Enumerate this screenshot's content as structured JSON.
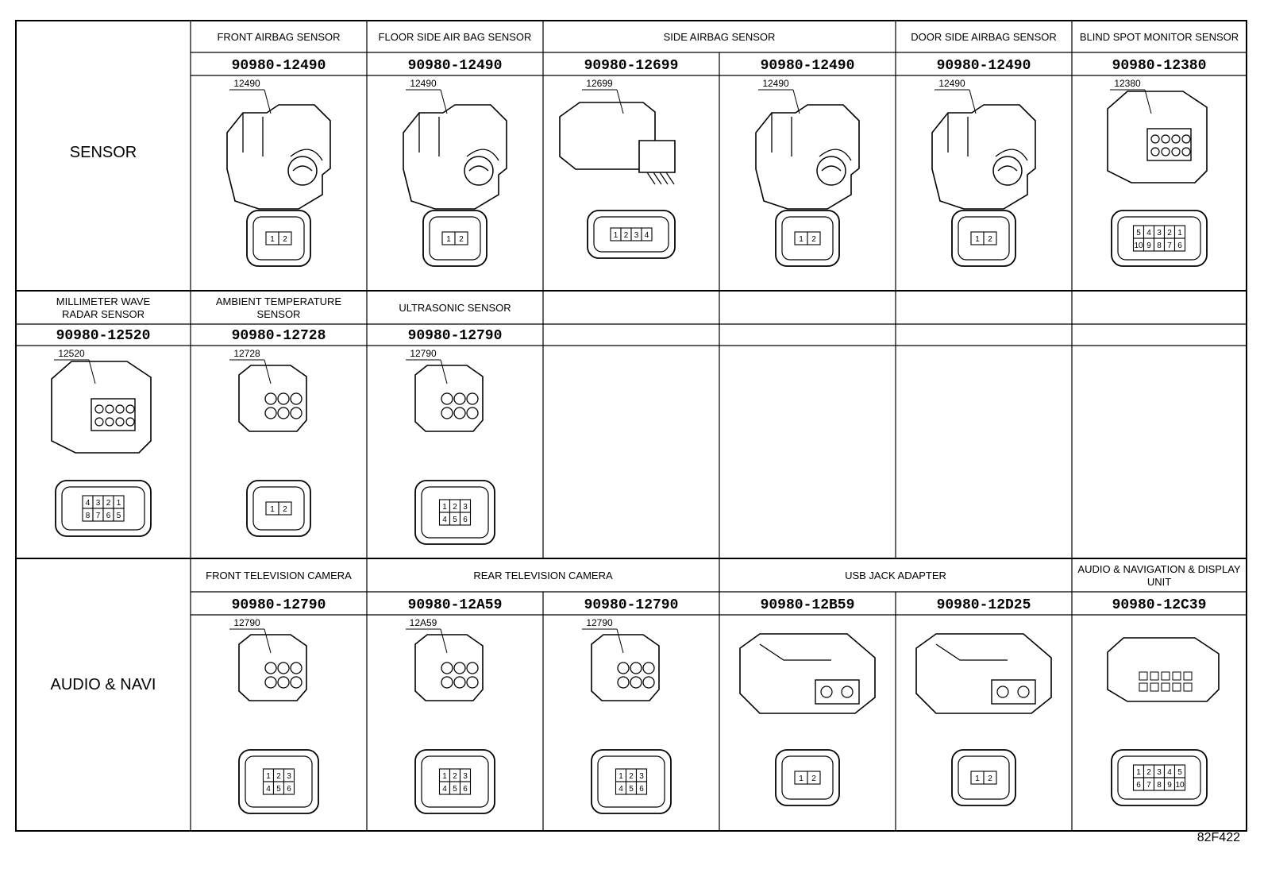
{
  "rows": [
    {
      "category": "SENSOR",
      "cells": [
        {
          "title": "FRONT AIRBAG SENSOR",
          "part": "90980-12490",
          "callout": "12490",
          "icon": "airbag-connector",
          "pins": [
            "1",
            "2"
          ]
        },
        {
          "title": "FLOOR SIDE AIR BAG SENSOR",
          "part": "90980-12490",
          "callout": "12490",
          "icon": "airbag-connector",
          "pins": [
            "1",
            "2"
          ]
        },
        {
          "title": "SIDE AIRBAG SENSOR",
          "part": "90980-12699",
          "callout": "12699",
          "icon": "flat-connector",
          "pins": [
            "1",
            "2",
            "3",
            "4"
          ]
        },
        {
          "title": "",
          "part": "90980-12490",
          "callout": "12490",
          "icon": "airbag-connector",
          "pins": [
            "1",
            "2"
          ]
        },
        {
          "title": "DOOR SIDE AIRBAG SENSOR",
          "part": "90980-12490",
          "callout": "12490",
          "icon": "airbag-connector",
          "pins": [
            "1",
            "2"
          ]
        },
        {
          "title": "BLIND SPOT MONITOR SENSOR",
          "part": "90980-12380",
          "callout": "12380",
          "icon": "multi-pin-connector",
          "pins": [
            "5",
            "4",
            "3",
            "2",
            "1",
            "10",
            "9",
            "8",
            "7",
            "6"
          ]
        }
      ]
    },
    {
      "category": "",
      "cells": [
        {
          "title": "MILLIMETER WAVE\nRADAR SENSOR",
          "part": "90980-12520",
          "callout": "12520",
          "icon": "multi-pin-connector",
          "pins": [
            "4",
            "3",
            "2",
            "1",
            "8",
            "7",
            "6",
            "5"
          ]
        },
        {
          "title": "AMBIENT TEMPERATURE\nSENSOR",
          "part": "90980-12728",
          "callout": "12728",
          "icon": "two-pin-connector",
          "pins": [
            "1",
            "2"
          ]
        },
        {
          "title": "ULTRASONIC SENSOR",
          "part": "90980-12790",
          "callout": "12790",
          "icon": "six-pin-connector",
          "pins": [
            "1",
            "2",
            "3",
            "4",
            "5",
            "6"
          ]
        },
        {
          "title": "",
          "part": "",
          "callout": "",
          "icon": "",
          "pins": []
        },
        {
          "title": "",
          "part": "",
          "callout": "",
          "icon": "",
          "pins": []
        },
        {
          "title": "",
          "part": "",
          "callout": "",
          "icon": "",
          "pins": []
        },
        {
          "title": "",
          "part": "",
          "callout": "",
          "icon": "",
          "pins": []
        }
      ]
    },
    {
      "category": "AUDIO & NAVI",
      "cells": [
        {
          "title": "FRONT TELEVISION CAMERA",
          "part": "90980-12790",
          "callout": "12790",
          "icon": "six-pin-connector",
          "pins": [
            "1",
            "2",
            "3",
            "4",
            "5",
            "6"
          ]
        },
        {
          "title": "REAR TELEVISION CAMERA",
          "part": "90980-12A59",
          "callout": "12A59",
          "icon": "six-pin-connector",
          "pins": [
            "1",
            "2",
            "3",
            "4",
            "5",
            "6"
          ]
        },
        {
          "title": "",
          "part": "90980-12790",
          "callout": "12790",
          "icon": "six-pin-connector",
          "pins": [
            "1",
            "2",
            "3",
            "4",
            "5",
            "6"
          ]
        },
        {
          "title": "USB JACK ADAPTER",
          "part": "90980-12B59",
          "callout": "",
          "icon": "usb-connector",
          "pins": [
            "1",
            "2"
          ]
        },
        {
          "title": "",
          "part": "90980-12D25",
          "callout": "",
          "icon": "usb-connector",
          "pins": [
            "1",
            "2"
          ]
        },
        {
          "title": "AUDIO & NAVIGATION & DISPLAY\nUNIT",
          "part": "90980-12C39",
          "callout": "",
          "icon": "ten-pin-connector",
          "pins": [
            "1",
            "2",
            "3",
            "4",
            "5",
            "6",
            "7",
            "8",
            "9",
            "10"
          ]
        }
      ]
    }
  ],
  "footer_code": "82F422"
}
